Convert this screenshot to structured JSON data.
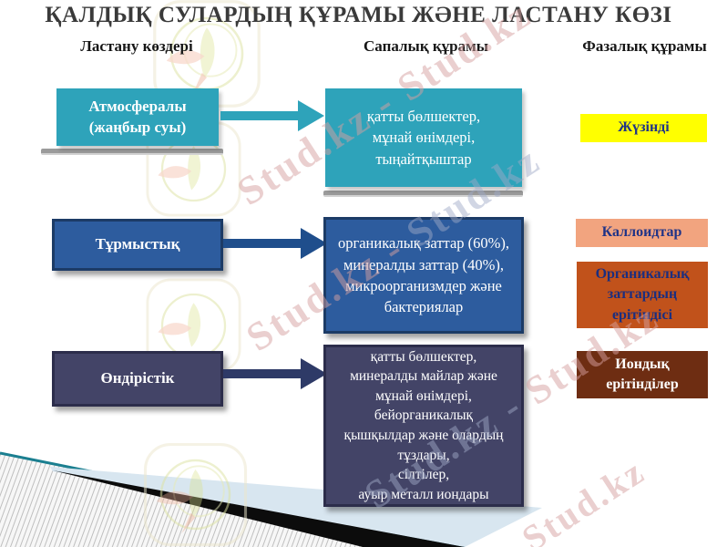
{
  "title": "ҚАЛДЫҚ СУЛАРДЫҢ ҚҰРАМЫ ЖӘНЕ ЛАСТАНУ КӨЗІ",
  "columns": [
    {
      "label": "Ластану көздері"
    },
    {
      "label": "Сапалық құрамы"
    },
    {
      "label": "Фазалық құрамы"
    }
  ],
  "rows": [
    {
      "source": "Атмосфералы\n(жаңбыр суы)",
      "quality": "қатты бөлшектер,\nмұнай өнімдері,\nтыңайтқыштар"
    },
    {
      "source": "Тұрмыстық",
      "quality": "органикалық заттар (60%),\nминералды заттар (40%),\nмикроорганизмдер және\nбактериялар"
    },
    {
      "source": "Өндірістік",
      "quality": "қатты бөлшектер,\nминералды майлар және\nмұнай өнімдері,\nбейорганикалық\nқышқылдар және олардың\nтұздары,\nсілтілер,\nауыр металл иондары"
    }
  ],
  "phases": [
    {
      "label": "Жүзінді",
      "color": "#FFFF00"
    },
    {
      "label": "Каллоидтар",
      "color": "#F2A47F"
    },
    {
      "label": "Органикалық\nзаттардың\nерітіндісі",
      "color": "#C1521B"
    },
    {
      "label": "Иондық\nерітінділер",
      "color": "#6E2D12"
    }
  ],
  "watermark": {
    "unit": "Stud.kz",
    "prefix": "Stud.kz - ",
    "pair": "Stud.kz - Stud.kz"
  },
  "colors": {
    "teal": "#2EA3BA",
    "blue": "#2D5C9E",
    "navy": "#434467",
    "yellow": "#FFFF00",
    "salmon": "#F2A47F",
    "orange": "#C1521B",
    "brown": "#6E2D12",
    "phase_text": "#1F3387",
    "corner_blue": "#D8E6F0",
    "corner_teal": "#1B7F90"
  }
}
